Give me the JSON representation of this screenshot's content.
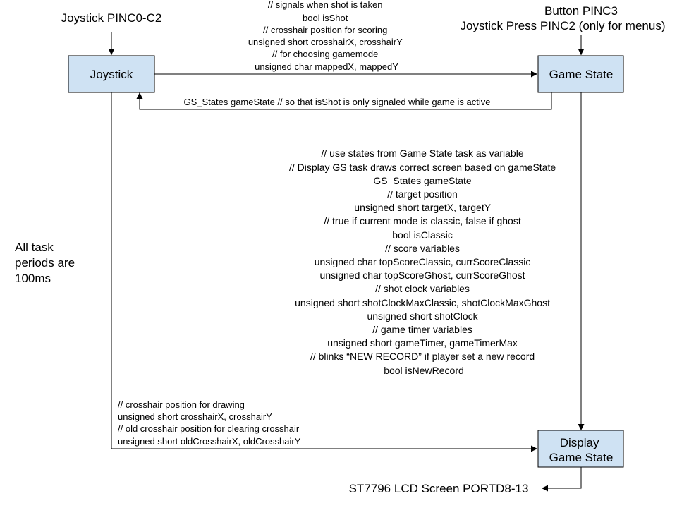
{
  "inputs": {
    "joystick_pins": "Joystick PINC0-C2",
    "button_pin": "Button PINC3",
    "joystick_press": "Joystick Press PINC2 (only for menus)"
  },
  "boxes": {
    "joystick": "Joystick",
    "game_state": "Game State",
    "display_line1": "Display",
    "display_line2": "Game State"
  },
  "output": "ST7796 LCD Screen PORTD8-13",
  "task_note": [
    "All task",
    "periods are",
    "100ms"
  ],
  "edges": {
    "joystick_to_gamestate": [
      "// signals when shot is taken",
      "bool isShot",
      "// crosshair position for scoring",
      "unsigned short crosshairX, crosshairY",
      "// for choosing gamemode",
      "unsigned char mappedX, mappedY"
    ],
    "gamestate_to_joystick": "GS_States gameState // so that isShot is only signaled while game is active",
    "gamestate_to_display": [
      "// use states from Game State task as variable",
      "// Display GS task draws correct screen based on gameState",
      "GS_States gameState",
      "// target position",
      "unsigned short targetX, targetY",
      "// true if current mode is classic, false if ghost",
      "bool isClassic",
      "// score variables",
      "unsigned char topScoreClassic, currScoreClassic",
      "unsigned char topScoreGhost, currScoreGhost",
      "// shot clock variables",
      "unsigned short shotClockMaxClassic, shotClockMaxGhost",
      "unsigned short shotClock",
      "// game timer variables",
      "unsigned short gameTimer, gameTimerMax",
      "// blinks “NEW RECORD” if player set a new record",
      "bool isNewRecord"
    ],
    "joystick_to_display": [
      "// crosshair position for drawing",
      "unsigned short crosshairX, crosshairY",
      "// old crosshair position for clearing crosshair",
      "unsigned short oldCrosshairX, oldCrosshairY"
    ]
  }
}
